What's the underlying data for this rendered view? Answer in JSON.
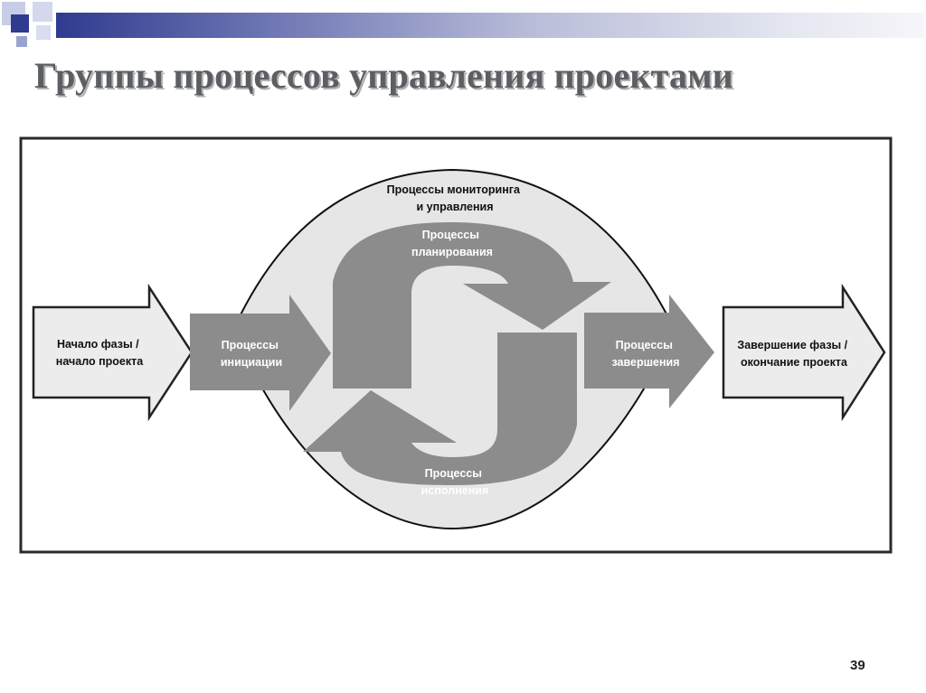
{
  "slide": {
    "title": "Группы процессов управления проектами",
    "page_number": "39"
  },
  "diagram": {
    "start": {
      "line1": "Начало фазы /",
      "line2": "начало проекта"
    },
    "initiation": {
      "line1": "Процессы",
      "line2": "инициации"
    },
    "monitoring": {
      "line1": "Процессы мониторинга",
      "line2": "и управления"
    },
    "planning": {
      "line1": "Процессы",
      "line2": "планирования"
    },
    "execution": {
      "line1": "Процессы",
      "line2": "исполнения"
    },
    "closing": {
      "line1": "Процессы",
      "line2": "завершения"
    },
    "end": {
      "line1": "Завершение фазы /",
      "line2": "окончание проекта"
    }
  },
  "colors": {
    "accent_blue": "#2f3b8f",
    "arrow_gray": "#8c8c8c",
    "oval_fill": "#e6e6e6",
    "light_arrow_fill": "#ececec"
  }
}
